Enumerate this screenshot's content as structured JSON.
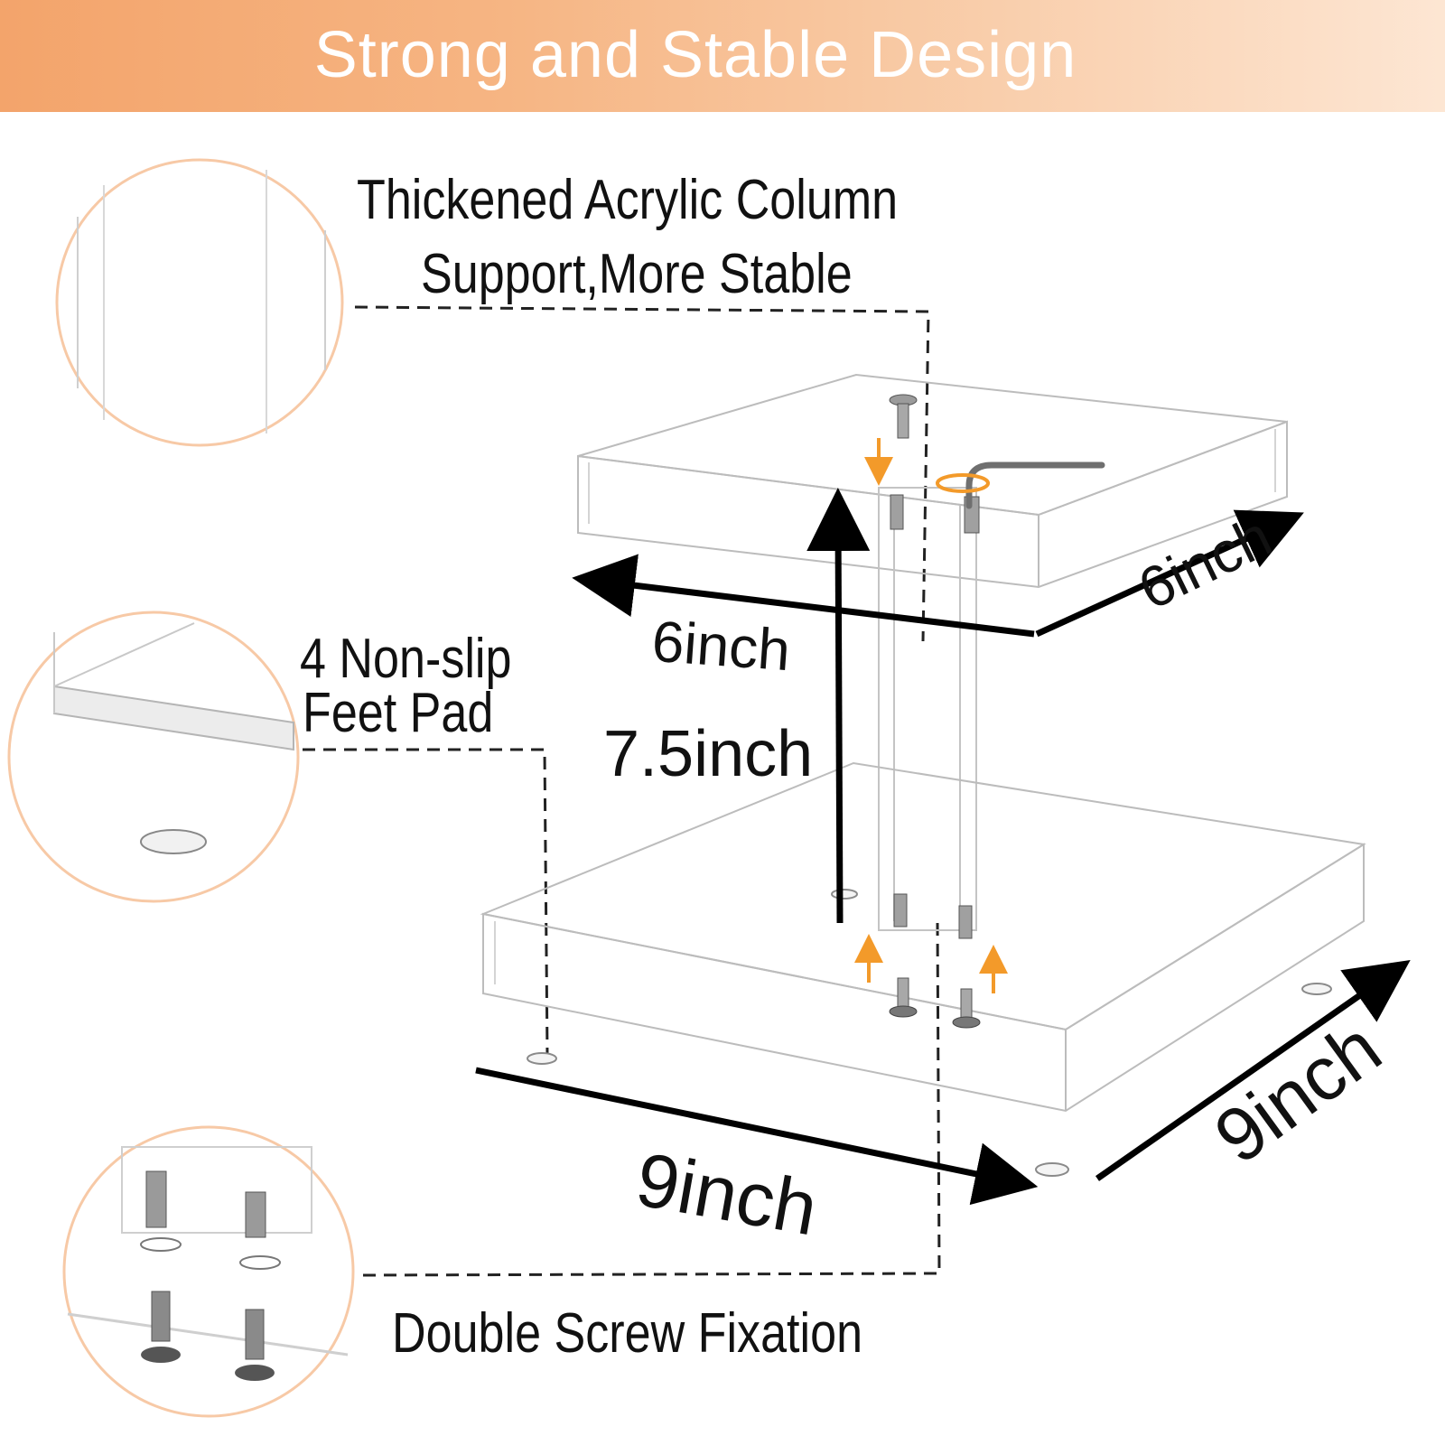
{
  "banner": {
    "title": "Strong and Stable Design",
    "colors": [
      "#f3a46b",
      "#fde6d3"
    ]
  },
  "callouts": {
    "column_line1": "Thickened Acrylic Column",
    "column_line2": "Support,More Stable",
    "feet_line1": "4  Non-slip",
    "feet_line2": "Feet Pad",
    "screws": "Double Screw Fixation"
  },
  "dimensions": {
    "top_width": "6inch",
    "top_depth": "6inch",
    "height": "7.5inch",
    "base_width": "9inch",
    "base_depth": "9inch"
  },
  "accent_color": "#f39a2a",
  "circle_border_color": "#f7c9a6"
}
